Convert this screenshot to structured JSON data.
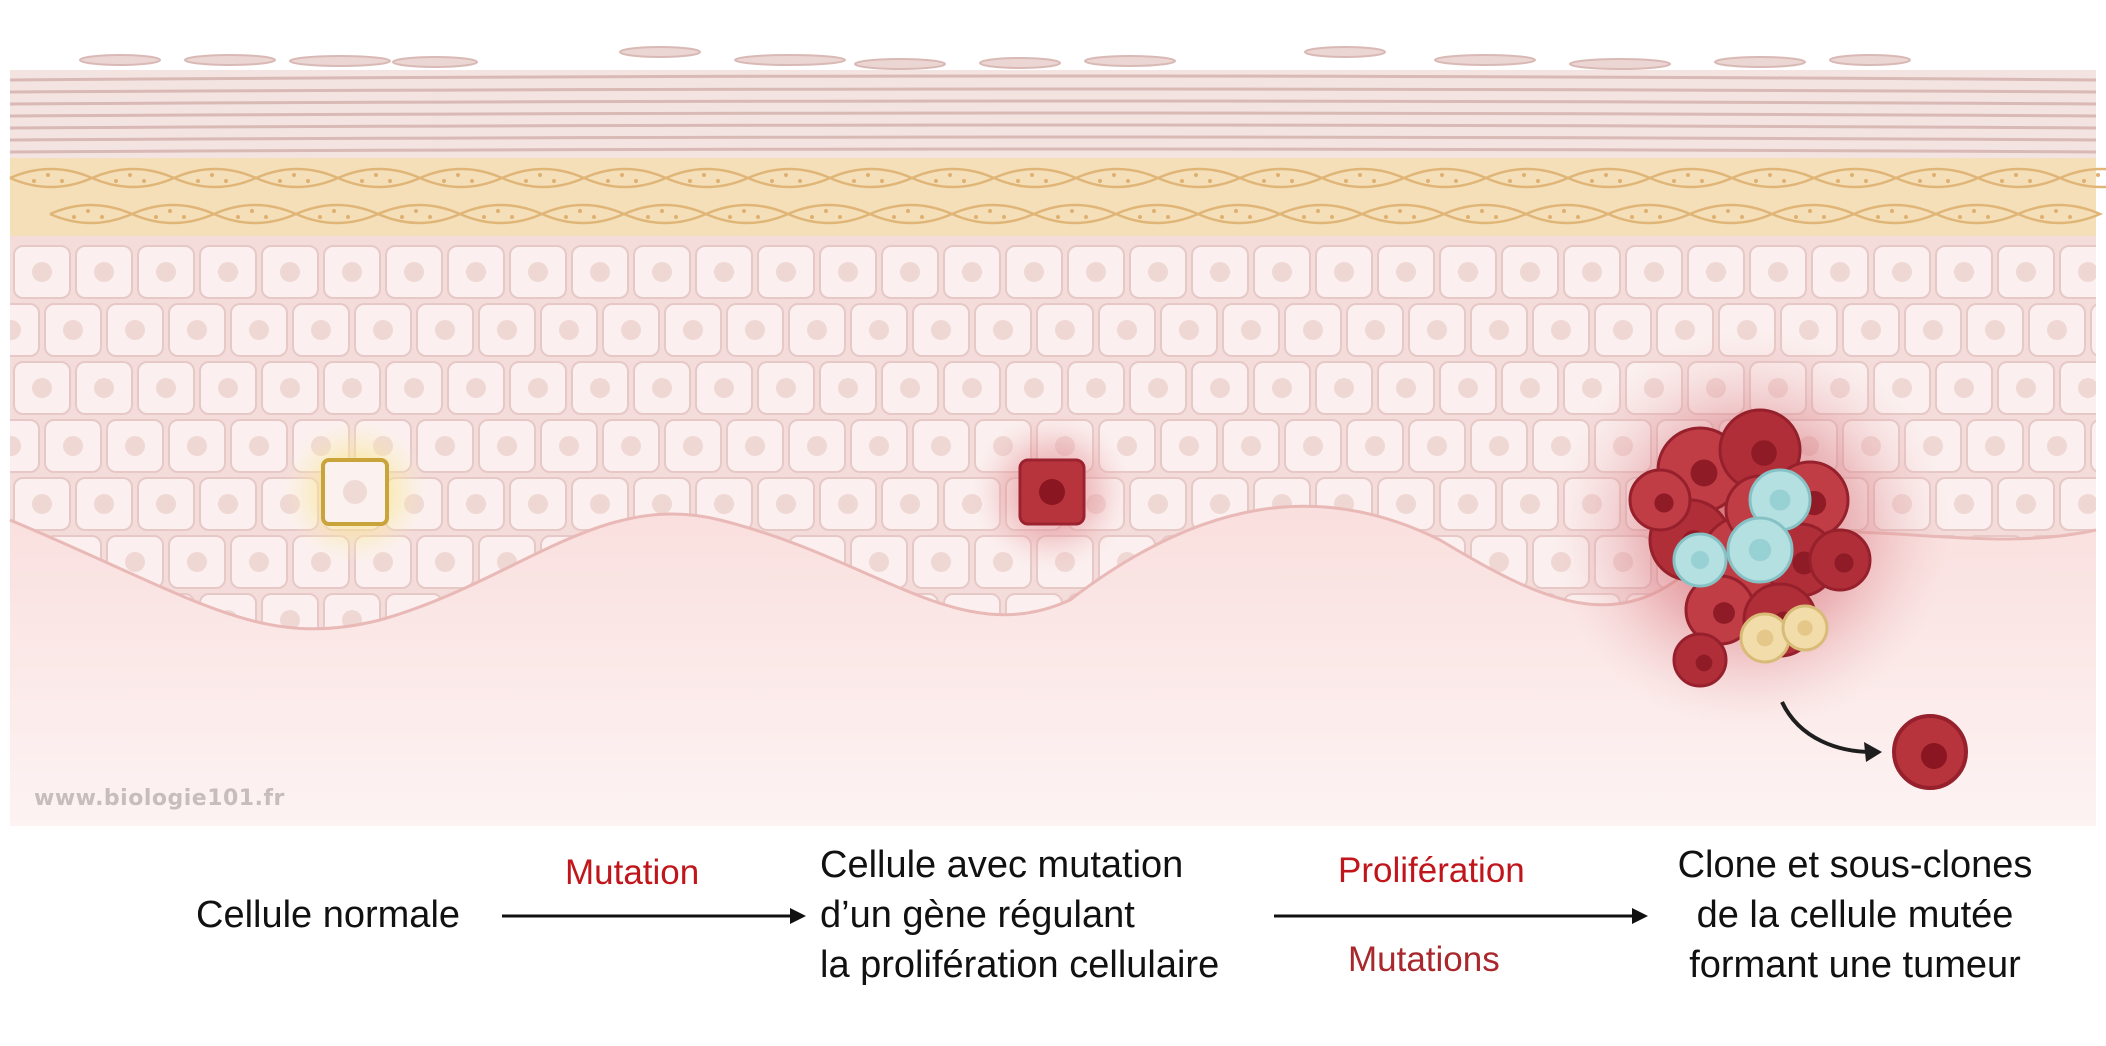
{
  "watermark": "www.biologie101.fr",
  "steps": [
    {
      "lines": [
        "Cellule normale"
      ]
    },
    {
      "lines": [
        "Cellule avec mutation",
        "d’un gène régulant",
        "la prolifération cellulaire"
      ]
    },
    {
      "lines": [
        "Clone et sous-clones",
        "de la cellule mutée",
        "formant une tumeur"
      ]
    }
  ],
  "transitions": [
    {
      "above": "Mutation",
      "below": ""
    },
    {
      "above": "Prolifération",
      "below": "Mutations"
    }
  ],
  "colors": {
    "transition_above": "#c0161b",
    "transition_below": "#a8282d",
    "mutated_cell": "#b8343c",
    "normal_highlight": "#f3dc72",
    "clone_blue": "#b5e0e1",
    "clone_yellow": "#f1dcaa",
    "horny_layer": "#ecd3d0",
    "granular_layer": "#f3d9ad",
    "cell_fill": "#faeeee",
    "dermis": "#f7d2d0"
  }
}
